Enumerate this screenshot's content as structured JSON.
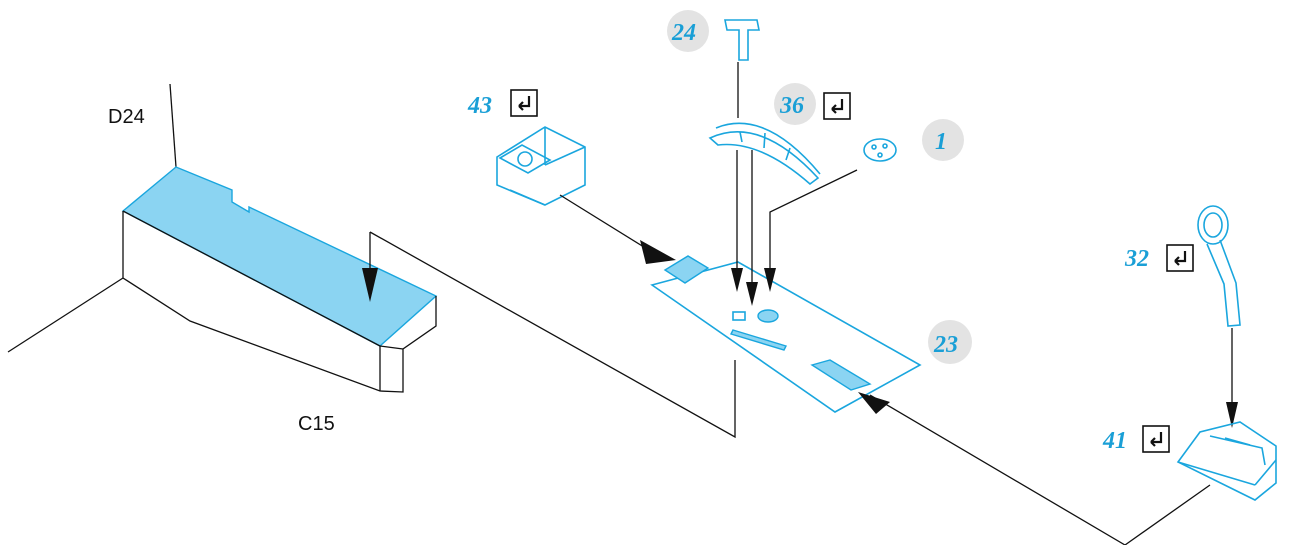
{
  "labels": {
    "d24": "D24",
    "c15": "C15"
  },
  "parts": {
    "p24": "24",
    "p36": "36",
    "p1": "1",
    "p43": "43",
    "p23": "23",
    "p32": "32",
    "p41": "41"
  },
  "icons": {
    "fold_mark": "return-arrow-icon"
  },
  "colors": {
    "accent": "#1aa6de",
    "panel_fill": "#8bd4f2",
    "number_badge": "#e3e3e3"
  }
}
